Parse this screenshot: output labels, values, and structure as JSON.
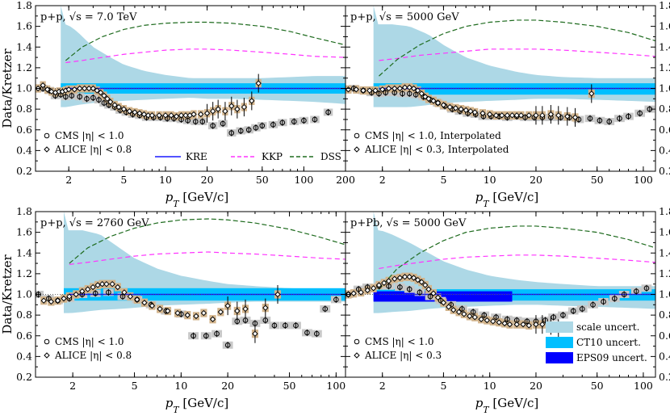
{
  "figure": {
    "ylabel": "Data/Kretzer",
    "xlabel": "p_T [GeV/c]",
    "yticks": [
      "0.2",
      "0.4",
      "0.6",
      "0.8",
      "1.0",
      "1.2",
      "1.4",
      "1.6",
      "1.8"
    ],
    "legend_curves": [
      {
        "name": "KRE",
        "color": "#1a1aff",
        "dash": "solid"
      },
      {
        "name": "KKP",
        "color": "#ff33ff",
        "dash": "dashed"
      },
      {
        "name": "DSS",
        "color": "#1e6b1e",
        "dash": "dashed"
      }
    ],
    "legend_bands": [
      {
        "name": "scale uncert.",
        "color": "#add8e6"
      },
      {
        "name": "CT10 uncert.",
        "color": "#00bfff"
      },
      {
        "name": "EPS09 uncert.",
        "color": "#0000ff"
      }
    ],
    "colors": {
      "scale": "#add8e6",
      "ct10": "#00bfff",
      "eps09": "#0000ff",
      "alice_box": "#d2b48c",
      "cms_box": "#c8c8c8"
    }
  },
  "chart_data": [
    {
      "type": "scatter",
      "title": "p+p, √s = 7.0 TeV",
      "xlabel": "p_T [GeV/c]",
      "ylabel": "Data/Kretzer",
      "xscale": "log",
      "xlim": [
        1.15,
        200
      ],
      "ylim": [
        0.2,
        1.8
      ],
      "xticks": [
        "2",
        "5",
        "10",
        "20",
        "50",
        "100",
        "200"
      ],
      "series": [
        {
          "name": "CMS |η| < 1.0",
          "marker": "circle",
          "x": [
            1.3,
            1.45,
            1.6,
            1.75,
            1.9,
            2.1,
            2.4,
            2.7,
            3.0,
            3.3,
            3.6,
            3.9,
            4.3,
            4.7,
            5.2,
            5.8,
            6.5,
            7.3,
            8.2,
            9.2,
            10.3,
            11.5,
            13,
            14.5,
            16.5,
            18.5,
            22,
            26,
            30,
            35,
            40,
            45,
            50,
            60,
            70,
            85,
            100,
            120,
            150
          ],
          "y": [
            1.0,
            0.98,
            0.93,
            0.94,
            0.92,
            0.93,
            0.92,
            0.9,
            0.91,
            0.89,
            0.86,
            0.84,
            0.82,
            0.79,
            0.77,
            0.75,
            0.74,
            0.72,
            0.72,
            0.72,
            0.71,
            0.71,
            0.7,
            0.69,
            0.68,
            0.68,
            0.64,
            0.66,
            0.57,
            0.59,
            0.6,
            0.62,
            0.64,
            0.65,
            0.67,
            0.68,
            0.69,
            0.7,
            0.77
          ]
        },
        {
          "name": "ALICE |η| < 0.8",
          "marker": "diamond",
          "x": [
            1.2,
            1.3,
            1.4,
            1.5,
            1.6,
            1.7,
            1.8,
            1.9,
            2.0,
            2.2,
            2.4,
            2.6,
            2.8,
            3.0,
            3.2,
            3.4,
            3.6,
            3.8,
            4.0,
            4.3,
            4.6,
            5.0,
            5.5,
            6.0,
            6.5,
            7.0,
            7.5,
            8.0,
            9.0,
            10,
            11,
            12,
            13,
            14,
            15,
            16,
            18,
            20,
            22,
            24,
            27,
            30,
            33,
            37,
            42,
            47
          ],
          "y": [
            1.0,
            1.03,
            0.99,
            0.97,
            0.96,
            0.97,
            0.97,
            0.98,
            0.99,
            0.99,
            1.0,
            1.0,
            1.0,
            1.0,
            0.98,
            0.96,
            0.93,
            0.9,
            0.87,
            0.84,
            0.82,
            0.8,
            0.78,
            0.77,
            0.76,
            0.75,
            0.74,
            0.74,
            0.74,
            0.74,
            0.74,
            0.73,
            0.74,
            0.74,
            0.74,
            0.75,
            0.75,
            0.76,
            0.78,
            0.8,
            0.78,
            0.83,
            0.8,
            0.82,
            0.88,
            1.05
          ]
        }
      ],
      "curves": {
        "x": [
          1.9,
          2.5,
          3.5,
          5,
          7,
          10,
          15,
          20,
          30,
          50,
          80,
          120,
          200
        ],
        "KRE": [
          1.0,
          1.0,
          1.0,
          1.0,
          1.0,
          1.0,
          1.0,
          1.0,
          1.0,
          1.0,
          1.0,
          1.0,
          1.0
        ],
        "KKP": [
          1.25,
          1.27,
          1.3,
          1.33,
          1.35,
          1.37,
          1.38,
          1.38,
          1.37,
          1.35,
          1.33,
          1.31,
          1.3
        ],
        "DSS": [
          1.27,
          1.4,
          1.5,
          1.57,
          1.61,
          1.63,
          1.64,
          1.64,
          1.63,
          1.6,
          1.55,
          1.49,
          1.42
        ]
      }
    },
    {
      "type": "scatter",
      "title": "p+p, √s = 5000 GeV",
      "xlabel": "p_T [GeV/c]",
      "ylabel": "Data/Kretzer",
      "xscale": "log",
      "xlim": [
        1.15,
        120
      ],
      "ylim": [
        0.2,
        1.8
      ],
      "xticks": [
        "2",
        "5",
        "10",
        "20",
        "50",
        "100"
      ],
      "series": [
        {
          "name": "CMS |η| < 1.0, Interpolated",
          "marker": "circle",
          "x": [
            1.3,
            1.5,
            1.7,
            1.9,
            2.1,
            2.4,
            2.7,
            3.0,
            3.3,
            3.7,
            4.1,
            4.6,
            5.1,
            5.7,
            6.4,
            7.2,
            8.1,
            9.1,
            10.2,
            11.5,
            13,
            15,
            17,
            19.5,
            22,
            25,
            29,
            33,
            38,
            45,
            52,
            60,
            70,
            80,
            95,
            110
          ],
          "y": [
            1.0,
            0.98,
            0.96,
            0.95,
            0.96,
            0.96,
            0.95,
            0.95,
            0.94,
            0.92,
            0.89,
            0.86,
            0.83,
            0.8,
            0.78,
            0.76,
            0.75,
            0.73,
            0.73,
            0.73,
            0.72,
            0.73,
            0.72,
            0.72,
            0.72,
            0.72,
            0.72,
            0.72,
            0.7,
            0.71,
            0.69,
            0.68,
            0.71,
            0.73,
            0.76,
            0.8
          ]
        },
        {
          "name": "ALICE |η| < 0.3, Interpolated",
          "marker": "diamond",
          "x": [
            1.2,
            1.35,
            1.5,
            1.65,
            1.8,
            2.0,
            2.2,
            2.4,
            2.6,
            2.8,
            3.0,
            3.2,
            3.4,
            3.6,
            3.8,
            4.0,
            4.3,
            4.6,
            5.0,
            5.5,
            6.0,
            6.5,
            7.0,
            7.5,
            8.0,
            9.0,
            10,
            11,
            12,
            13,
            14,
            15,
            16,
            18,
            20,
            22,
            25,
            28,
            32,
            36,
            46
          ],
          "y": [
            0.99,
            0.99,
            0.98,
            0.98,
            0.98,
            0.99,
            1.0,
            1.0,
            1.0,
            1.01,
            1.01,
            1.0,
            0.98,
            0.95,
            0.92,
            0.9,
            0.88,
            0.86,
            0.84,
            0.82,
            0.81,
            0.8,
            0.79,
            0.78,
            0.77,
            0.76,
            0.75,
            0.74,
            0.74,
            0.74,
            0.74,
            0.74,
            0.74,
            0.74,
            0.74,
            0.74,
            0.75,
            0.74,
            0.73,
            0.72,
            0.95
          ]
        }
      ],
      "curves": {
        "x": [
          1.9,
          2.5,
          3.5,
          5,
          7,
          10,
          15,
          20,
          30,
          50,
          80,
          120
        ],
        "KRE": [
          1.0,
          1.0,
          1.0,
          1.0,
          1.0,
          1.0,
          1.0,
          1.0,
          1.0,
          1.0,
          1.0,
          1.0
        ],
        "KKP": [
          1.27,
          1.29,
          1.32,
          1.34,
          1.36,
          1.38,
          1.38,
          1.38,
          1.37,
          1.35,
          1.33,
          1.31
        ],
        "DSS": [
          1.12,
          1.28,
          1.42,
          1.53,
          1.6,
          1.64,
          1.66,
          1.66,
          1.64,
          1.6,
          1.54,
          1.46
        ]
      }
    },
    {
      "type": "scatter",
      "title": "p+p, √s = 2760 GeV",
      "xlabel": "p_T [GeV/c]",
      "ylabel": "Data/Kretzer",
      "xscale": "log",
      "xlim": [
        1.15,
        115
      ],
      "ylim": [
        0.2,
        1.8
      ],
      "xticks": [
        "2",
        "5",
        "10",
        "20",
        "50",
        "100"
      ],
      "series": [
        {
          "name": "CMS |η| < 1.0",
          "marker": "circle",
          "x": [
            1.2,
            1.4,
            1.6,
            1.9,
            2.3,
            2.8,
            3.4,
            4.2,
            5.2,
            6.4,
            8,
            10,
            12,
            14.5,
            17,
            20,
            23,
            26,
            30,
            35,
            40,
            47,
            55,
            65,
            75,
            85,
            100
          ],
          "y": [
            1.0,
            0.96,
            0.94,
            0.96,
            1.0,
            1.01,
            1.02,
            0.98,
            0.95,
            0.9,
            0.84,
            0.81,
            0.6,
            0.6,
            0.62,
            0.51,
            0.74,
            0.75,
            0.72,
            0.75,
            0.7,
            0.7,
            0.7,
            0.63,
            0.62,
            0.86,
            0.95
          ]
        },
        {
          "name": "ALICE |η| < 0.8",
          "marker": "diamond",
          "x": [
            1.3,
            1.45,
            1.6,
            1.75,
            1.9,
            2.1,
            2.3,
            2.5,
            2.7,
            2.9,
            3.1,
            3.3,
            3.6,
            3.9,
            4.3,
            4.7,
            5.2,
            5.8,
            6.5,
            7.3,
            8.2,
            9.5,
            11,
            12.5,
            14,
            16,
            18,
            20,
            23,
            26,
            30,
            35,
            42
          ],
          "y": [
            0.94,
            0.93,
            0.94,
            0.96,
            0.98,
            1.0,
            1.03,
            1.05,
            1.07,
            1.09,
            1.1,
            1.1,
            1.1,
            1.07,
            1.02,
            0.98,
            0.95,
            0.92,
            0.89,
            0.86,
            0.84,
            0.82,
            0.8,
            0.79,
            0.82,
            0.76,
            0.83,
            0.89,
            0.84,
            0.86,
            0.62,
            0.87,
            1.0
          ]
        }
      ],
      "curves": {
        "x": [
          1.9,
          2.5,
          3.5,
          5,
          7,
          10,
          15,
          20,
          30,
          50,
          80,
          115
        ],
        "KRE": [
          1.0,
          1.0,
          1.0,
          1.0,
          1.0,
          1.0,
          1.0,
          1.0,
          1.0,
          1.0,
          1.0,
          1.0
        ],
        "KKP": [
          1.29,
          1.31,
          1.34,
          1.37,
          1.39,
          1.4,
          1.41,
          1.4,
          1.39,
          1.37,
          1.35,
          1.34
        ],
        "DSS": [
          1.3,
          1.45,
          1.56,
          1.64,
          1.69,
          1.72,
          1.73,
          1.72,
          1.69,
          1.63,
          1.55,
          1.48
        ]
      }
    },
    {
      "type": "scatter",
      "title": "p+Pb, √s = 5000 GeV",
      "xlabel": "p_T [GeV/c]",
      "ylabel": "Data/Kretzer",
      "xscale": "log",
      "xlim": [
        1.15,
        120
      ],
      "ylim": [
        0.2,
        1.8
      ],
      "xticks": [
        "2",
        "5",
        "10",
        "20",
        "50",
        "100"
      ],
      "series": [
        {
          "name": "CMS |η| < 1.0",
          "marker": "circle",
          "x": [
            1.2,
            1.4,
            1.6,
            1.9,
            2.2,
            2.6,
            3.0,
            3.5,
            4.1,
            4.8,
            5.6,
            6.6,
            7.8,
            9.2,
            11,
            13,
            15,
            17.5,
            20,
            23,
            26,
            30,
            35,
            40,
            47,
            55,
            65,
            75,
            90,
            105
          ],
          "y": [
            1.0,
            1.05,
            1.07,
            1.08,
            1.08,
            1.07,
            1.05,
            1.02,
            0.98,
            0.94,
            0.9,
            0.86,
            0.83,
            0.8,
            0.78,
            0.76,
            0.75,
            0.74,
            0.74,
            0.75,
            0.78,
            0.8,
            0.84,
            0.86,
            0.9,
            0.93,
            0.96,
            1.0,
            1.03,
            1.06
          ]
        },
        {
          "name": "ALICE |η| < 0.3",
          "marker": "diamond",
          "x": [
            1.2,
            1.3,
            1.45,
            1.6,
            1.75,
            1.9,
            2.05,
            2.2,
            2.4,
            2.6,
            2.8,
            3.0,
            3.2,
            3.4,
            3.6,
            3.8,
            4.0,
            4.3,
            4.6,
            5.0,
            5.4,
            5.8,
            6.3,
            6.8,
            7.4,
            8.0,
            8.8,
            9.6,
            10.5,
            11.5,
            12.5,
            13.5,
            15,
            16.5,
            18,
            20,
            22,
            25,
            28
          ],
          "y": [
            1.0,
            1.01,
            1.02,
            1.04,
            1.06,
            1.09,
            1.11,
            1.13,
            1.15,
            1.16,
            1.17,
            1.17,
            1.16,
            1.14,
            1.12,
            1.09,
            1.05,
            1.01,
            0.97,
            0.92,
            0.88,
            0.85,
            0.83,
            0.81,
            0.79,
            0.78,
            0.76,
            0.75,
            0.74,
            0.73,
            0.72,
            0.71,
            0.71,
            0.71,
            0.7,
            0.71,
            0.71,
            0.7,
            0.67
          ]
        }
      ],
      "curves": {
        "x": [
          1.9,
          2.5,
          3.5,
          5,
          7,
          10,
          15,
          20,
          30,
          50,
          80,
          120
        ],
        "KRE": [
          1.0,
          1.0,
          1.0,
          1.0,
          1.0,
          1.0,
          1.0,
          1.0,
          1.0,
          1.0,
          1.0,
          1.0
        ],
        "KKP": [
          1.25,
          1.28,
          1.31,
          1.34,
          1.36,
          1.37,
          1.38,
          1.38,
          1.37,
          1.35,
          1.33,
          1.31
        ],
        "DSS": [
          1.05,
          1.25,
          1.4,
          1.52,
          1.6,
          1.64,
          1.66,
          1.66,
          1.64,
          1.6,
          1.53,
          1.45
        ]
      }
    }
  ]
}
